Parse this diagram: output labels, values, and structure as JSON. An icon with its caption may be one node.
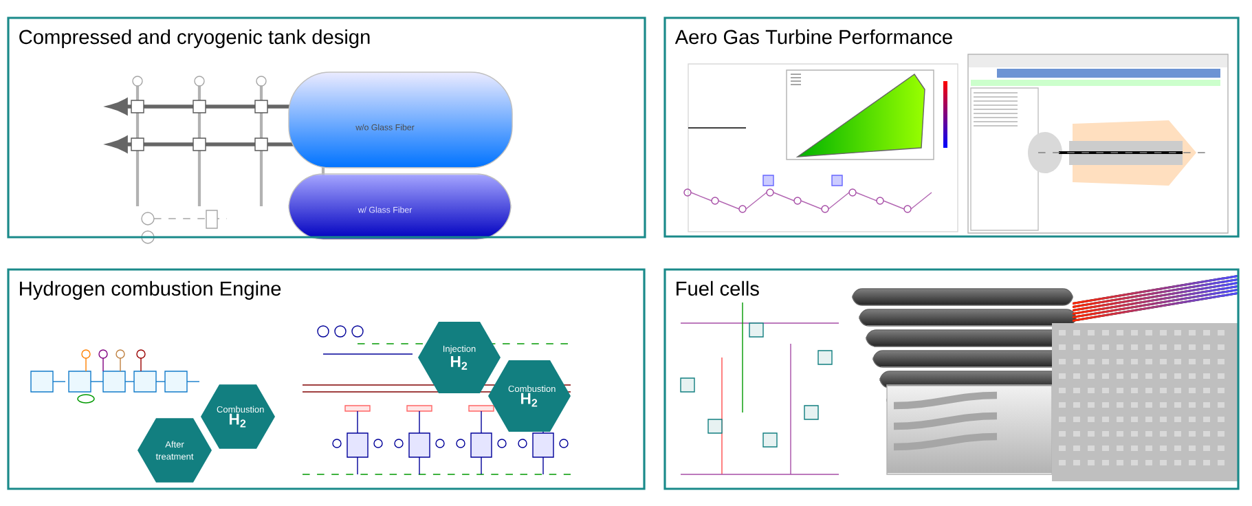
{
  "diagram": {
    "nodes": [
      {
        "text": [
          "Compressed and cryogenic tank design"
        ]
      },
      {
        "text": [
          "Aero Gas Turbine Performance"
        ]
      },
      {
        "text": [
          "Hydrogen combustion Engine"
        ]
      },
      {
        "text": [
          "Fuel cells"
        ]
      },
      {
        "text": [
          "Injection",
          "H$_{2}$"
        ],
        "in": 2
      },
      {
        "text": [
          "Combustion",
          "H$_{2}$"
        ],
        "in": 2
      },
      {
        "text": [
          "Combustion",
          "H$_{2}$"
        ],
        "in": 2
      },
      {
        "text": [
          "After treatment"
        ],
        "in": 2
      }
    ],
    "labels": [
      "w/o Glass Fiber",
      "w/ Glass Fiber"
    ]
  }
}
